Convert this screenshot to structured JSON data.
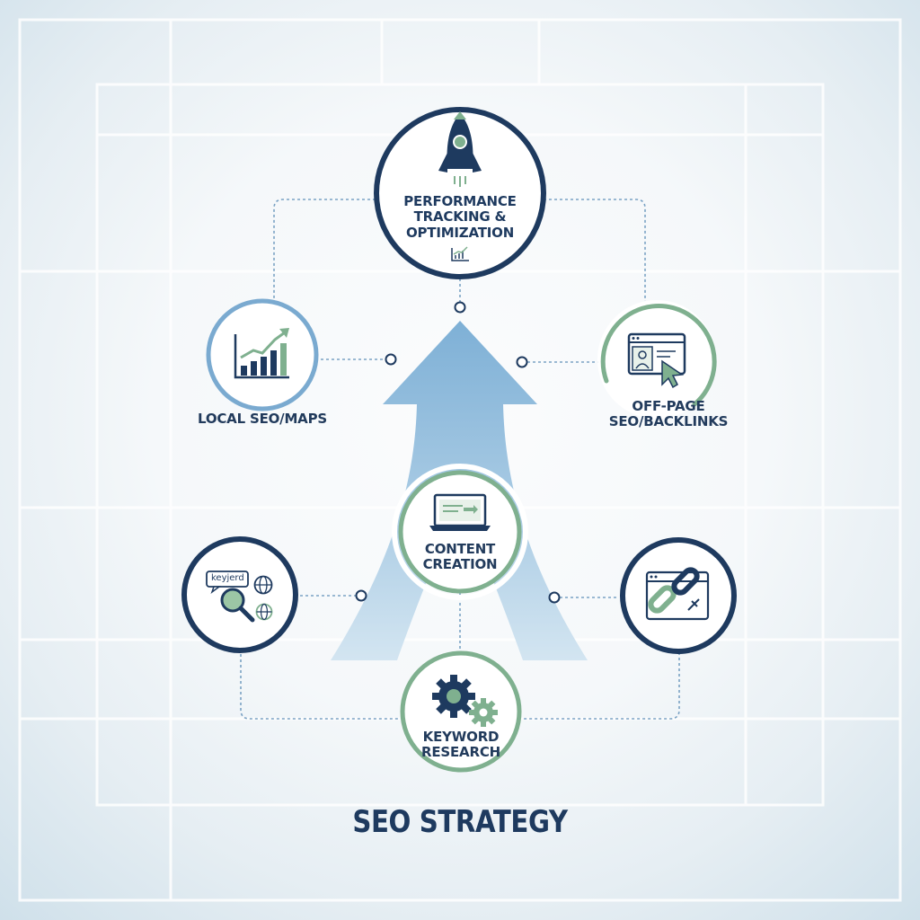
{
  "title": "SEO STRATEGY",
  "nodes": {
    "performance": {
      "line1": "PERFORMANCE",
      "line2": "TRACKING &",
      "line3": "OPTIMIZATION",
      "icon": "rocket-icon"
    },
    "local_seo": {
      "label": "LOCAL SEO/MAPS",
      "icon": "growth-chart-icon"
    },
    "off_page": {
      "line1": "OFF-PAGE",
      "line2": "SEO/BACKLINKS",
      "icon": "browser-cursor-icon"
    },
    "content": {
      "line1": "CONTENT",
      "line2": "CREATION",
      "icon": "laptop-icon"
    },
    "keyword_search": {
      "tag": "keyjerd",
      "icon": "magnifier-globe-icon"
    },
    "backlink_browser": {
      "icon": "chain-link-icon"
    },
    "keyword_research": {
      "line1": "KEYWORD",
      "line2": "RESEARCH",
      "icon": "gears-icon"
    }
  },
  "colors": {
    "navy": "#1e3a5f",
    "green": "#7fb08f",
    "light_blue": "#7aaad0",
    "arrow": "#8fbbdc"
  }
}
